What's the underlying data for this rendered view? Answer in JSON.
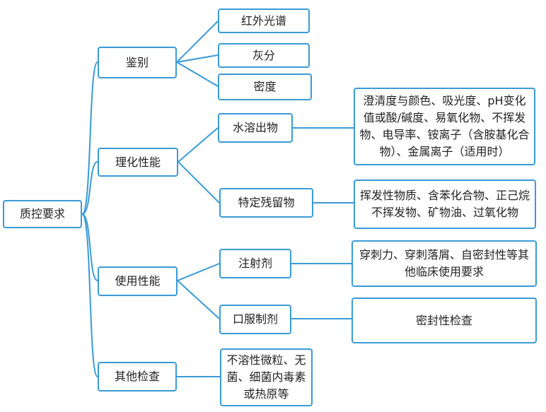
{
  "colors": {
    "border": "#3a9bd5",
    "connector": "#3a9bd5",
    "text": "#222222"
  },
  "root": {
    "label": "质控要求"
  },
  "branches": {
    "identification": {
      "label": "鉴别",
      "items": [
        "红外光谱",
        "灰分",
        "密度"
      ]
    },
    "physchem": {
      "label": "理化性能",
      "water_extract": {
        "label": "水溶出物",
        "detail": "澄清度与颜色、吸光度、pH变化值或酸/碱度、易氧化物、不挥发物、电导率、铵离子（含胺基化合物）、金属离子（适用时）"
      },
      "residue": {
        "label": "特定残留物",
        "detail": "挥发性物质、含苯化合物、正己烷不挥发物、矿物油、过氧化物"
      }
    },
    "usage": {
      "label": "使用性能",
      "injection": {
        "label": "注射剂",
        "detail": "穿刺力、穿刺落屑、自密封性等其他临床使用要求"
      },
      "oral": {
        "label": "口服制剂",
        "detail": "密封性检查"
      }
    },
    "other": {
      "label": "其他检查",
      "detail": "不溶性微粒、无菌、细菌内毒素或热原等"
    }
  }
}
